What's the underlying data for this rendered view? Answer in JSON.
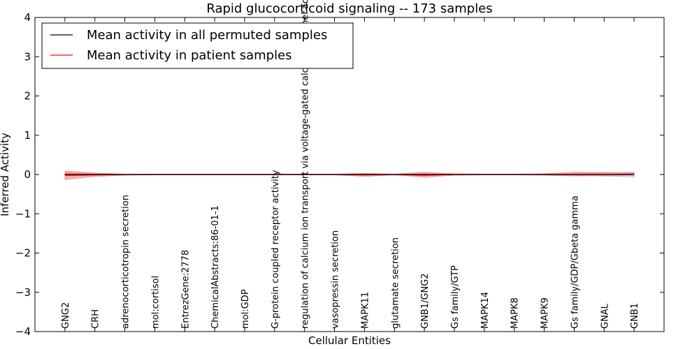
{
  "chart_data": {
    "type": "line",
    "title": "Rapid glucocorticoid signaling -- 173 samples",
    "xlabel": "Cellular Entities",
    "ylabel": "Inferred Activity",
    "ylim": [
      -4,
      4
    ],
    "yticks": [
      "−4",
      "−3",
      "−2",
      "−1",
      "0",
      "1",
      "2",
      "3",
      "4"
    ],
    "ytick_values": [
      -4,
      -3,
      -2,
      -1,
      0,
      1,
      2,
      3,
      4
    ],
    "grid": false,
    "legend_position": "top-left",
    "categories": [
      "GNG2",
      "CRH",
      "adrenocorticotropin secretion",
      "mol:cortisol",
      "EntrezGene:2778",
      "ChemicalAbstracts:86-01-1",
      "mol:GDP",
      "G-protein coupled receptor activity",
      "regulation of calcium ion transport via voltage-gated calcium channel activity",
      "vasopressin secretion",
      "MAPK11",
      "glutamate secretion",
      "GNB1/GNG2",
      "Gs family/GTP",
      "MAPK14",
      "MAPK8",
      "MAPK9",
      "Gs family/GDP/Gbeta gamma",
      "GNAL",
      "GNB1"
    ],
    "series": [
      {
        "name": "Mean activity in all permuted samples",
        "color": "#000000",
        "values": [
          0,
          0,
          0,
          0,
          0,
          0,
          0,
          0,
          0,
          0,
          0,
          0,
          0,
          0,
          0,
          0,
          0,
          0,
          0,
          0
        ],
        "band_lower": [
          -0.04,
          -0.02,
          -0.01,
          -0.01,
          -0.01,
          -0.01,
          -0.01,
          -0.01,
          -0.01,
          -0.01,
          -0.02,
          -0.01,
          -0.02,
          -0.01,
          -0.01,
          -0.01,
          -0.01,
          -0.02,
          -0.04,
          -0.06
        ],
        "band_upper": [
          0.04,
          0.02,
          0.01,
          0.01,
          0.01,
          0.01,
          0.01,
          0.01,
          0.01,
          0.01,
          0.02,
          0.01,
          0.02,
          0.01,
          0.01,
          0.01,
          0.01,
          0.02,
          0.04,
          0.06
        ]
      },
      {
        "name": "Mean activity in patient samples",
        "color": "#ff0000",
        "values": [
          -0.02,
          -0.01,
          0,
          0,
          0,
          0,
          0,
          0,
          0,
          0,
          -0.01,
          0,
          -0.02,
          0,
          0,
          0,
          0,
          0,
          0,
          0.01
        ],
        "band_lower": [
          -0.13,
          -0.05,
          -0.02,
          -0.01,
          -0.01,
          -0.01,
          -0.01,
          -0.01,
          -0.01,
          -0.01,
          -0.05,
          -0.01,
          -0.07,
          -0.02,
          -0.01,
          -0.01,
          -0.02,
          -0.04,
          -0.03,
          -0.02
        ],
        "band_upper": [
          0.09,
          0.04,
          0.01,
          0.01,
          0.01,
          0.01,
          0.01,
          0.01,
          0.01,
          0.01,
          0.03,
          0.01,
          0.06,
          0.02,
          0.01,
          0.01,
          0.02,
          0.06,
          0.05,
          0.04
        ]
      }
    ]
  }
}
